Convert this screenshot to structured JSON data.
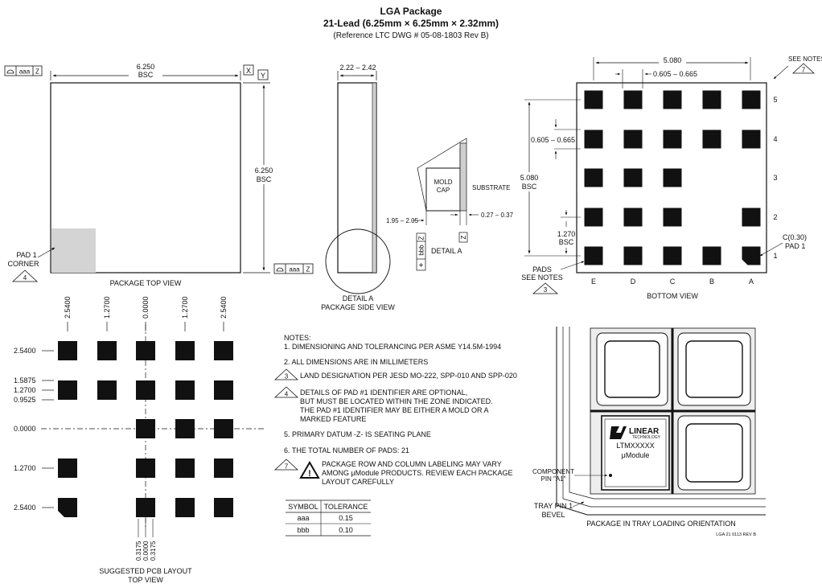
{
  "header": {
    "title": "LGA Package",
    "subtitle": "21-Lead (6.25mm × 6.25mm × 2.32mm)",
    "reference": "(Reference LTC DWG # 05-08-1803 Rev B)"
  },
  "top_view": {
    "width_dim": "6.250",
    "width_bsc": "BSC",
    "height_dim": "6.250",
    "height_bsc": "BSC",
    "datum_x": "X",
    "datum_y": "Y",
    "datum_z": "Z",
    "aaa": "aaa",
    "pad1_corner_line1": "PAD 1",
    "pad1_corner_line2": "CORNER",
    "note_ref": "4",
    "caption": "PACKAGE TOP VIEW"
  },
  "side_view": {
    "thickness_dim": "2.22 – 2.42",
    "detail_caption_1": "DETAIL A",
    "detail_caption_2": "PACKAGE SIDE VIEW"
  },
  "detail_a": {
    "mold_cap_1": "MOLD",
    "mold_cap_2": "CAP",
    "substrate": "SUBSTRATE",
    "dim_left": "1.95 – 2.05",
    "dim_right": "0.27 – 0.37",
    "bbb": "bbb",
    "z": "Z",
    "z2": "Z",
    "label": "DETAIL A"
  },
  "bottom_view": {
    "width_dim": "5.080",
    "pitch_dim": "0.605 – 0.665",
    "pad_dim_v": "0.605 – 0.665",
    "height_dim": "5.080",
    "height_bsc": "BSC",
    "pitch2_dim": "1.270",
    "pitch2_bsc": "BSC",
    "see_notes": "SEE NOTES",
    "see_notes_ref": "7",
    "pads_label": "PADS",
    "pads_see_notes": "SEE NOTES",
    "pads_ref": "3",
    "c030": "C(0.30)",
    "pad1": "PAD 1",
    "rows": [
      "5",
      "4",
      "3",
      "2",
      "1"
    ],
    "cols": [
      "E",
      "D",
      "C",
      "B",
      "A"
    ],
    "caption": "BOTTOM VIEW"
  },
  "pcb_layout": {
    "top_labels": [
      "2.5400",
      "1.2700",
      "0.0000",
      "1.2700",
      "2.5400"
    ],
    "left_labels": [
      "2.5400",
      "1.5875",
      "1.2700",
      "0.9525",
      "0.0000",
      "1.2700",
      "2.5400"
    ],
    "bottom_labels": [
      "0.3175",
      "0.0000",
      "0.3175"
    ],
    "caption_1": "SUGGESTED PCB LAYOUT",
    "caption_2": "TOP VIEW"
  },
  "notes": {
    "heading": "NOTES:",
    "n1": "1. DIMENSIONING AND TOLERANCING PER ASME Y14.5M-1994",
    "n2": "2. ALL DIMENSIONS ARE IN MILLIMETERS",
    "n3_num": "3",
    "n3": "LAND DESIGNATION PER JESD MO-222, SPP-010 AND SPP-020",
    "n4_num": "4",
    "n4_l1": "DETAILS OF PAD #1 IDENTIFIER ARE OPTIONAL,",
    "n4_l2": "BUT MUST BE LOCATED WITHIN THE ZONE INDICATED.",
    "n4_l3": "THE PAD #1 IDENTIFIER MAY BE EITHER A MOLD OR A",
    "n4_l4": "MARKED FEATURE",
    "n5": "5. PRIMARY DATUM -Z- IS SEATING PLANE",
    "n6": "6. THE TOTAL NUMBER OF PADS: 21",
    "n7_num": "7",
    "n7_l1": "PACKAGE ROW AND COLUMN LABELING MAY VARY",
    "n7_l2": "AMONG μModule PRODUCTS. REVIEW EACH PACKAGE",
    "n7_l3": "LAYOUT CAREFULLY"
  },
  "tolerance_table": {
    "headers": [
      "SYMBOL",
      "TOLERANCE"
    ],
    "rows": [
      [
        "aaa",
        "0.15"
      ],
      [
        "bbb",
        "0.10"
      ]
    ]
  },
  "tray": {
    "logo_text": "LINEAR",
    "logo_sub": "TECHNOLOGY",
    "part": "LTMXXXXX",
    "module": "μModule",
    "component_pin_1": "COMPONENT",
    "component_pin_2": "PIN \"A1\"",
    "tray_pin_1": "TRAY PIN 1",
    "tray_pin_2": "BEVEL",
    "caption": "PACKAGE IN TRAY LOADING ORIENTATION",
    "drawing_code": "LGA 21 0113 REV B"
  }
}
